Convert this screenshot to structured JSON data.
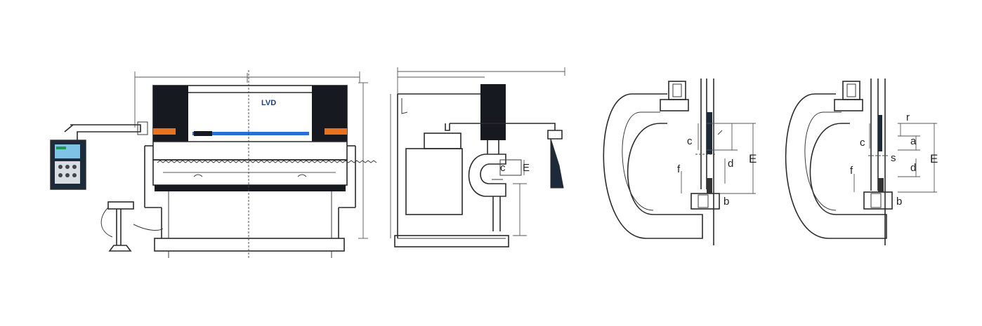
{
  "brand": {
    "logo_text": "LVD",
    "accent_orange": "#e8731f",
    "accent_blue": "#2a6fd6",
    "dark": "#16191f"
  },
  "side_view": {
    "labels": {
      "dim_top": "",
      "dim_vertical": ""
    }
  },
  "detail_left": {
    "labels": {
      "c": "c",
      "d": "d",
      "E": "E",
      "b": "b",
      "f": "f"
    }
  },
  "detail_right": {
    "labels": {
      "r": "r",
      "c": "c",
      "a": "a",
      "s": "s",
      "d": "d",
      "E": "E",
      "f": "f",
      "b": "b"
    }
  },
  "icons": [
    "control-panel-icon",
    "foot-pedal-icon"
  ]
}
